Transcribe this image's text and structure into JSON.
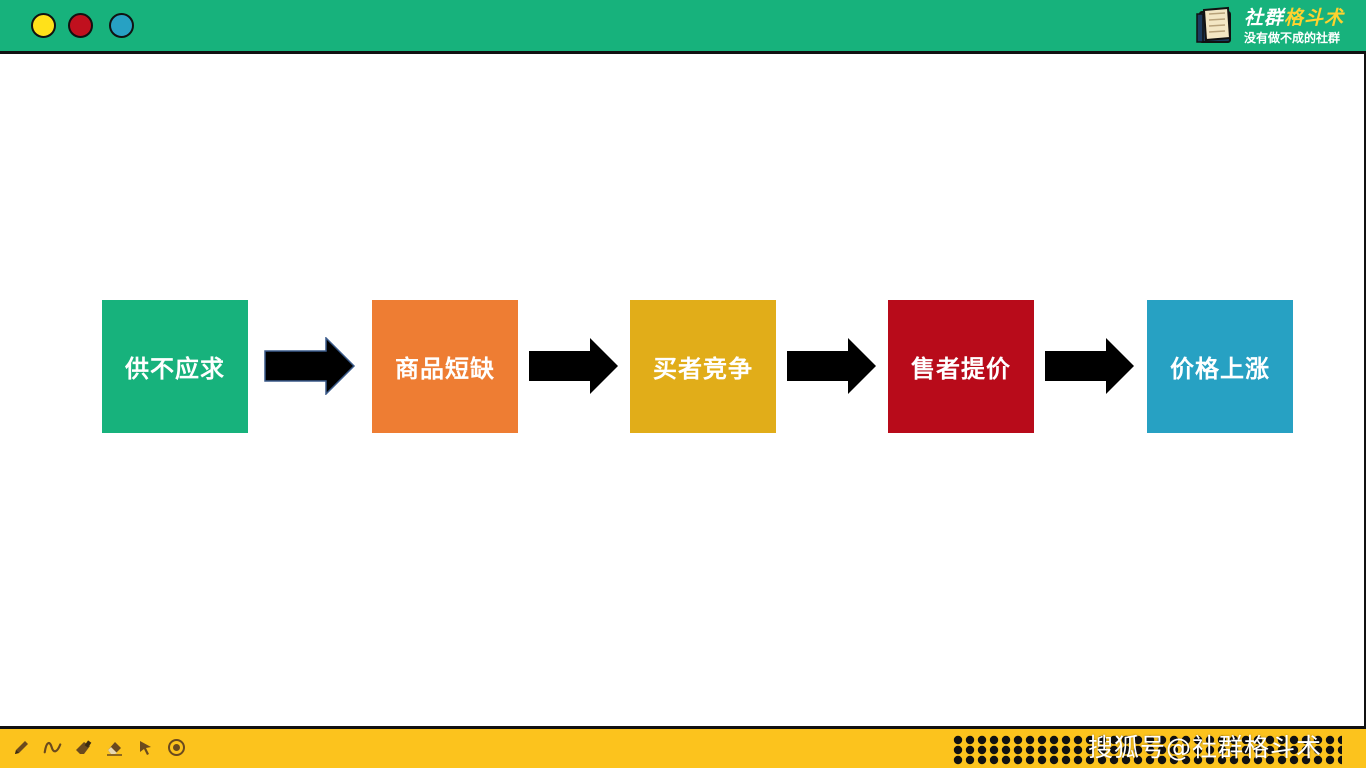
{
  "header": {
    "window_buttons": [
      {
        "name": "yellow",
        "color": "#ffe11a"
      },
      {
        "name": "red",
        "color": "#c0101e"
      },
      {
        "name": "blue",
        "color": "#27a1c3"
      }
    ],
    "brand": {
      "title_part1": "社群",
      "title_part2": "格斗术",
      "subtitle": "没有做不成的社群",
      "logo_icon": "book-icon"
    },
    "bar_color": "#17b27c"
  },
  "flow": {
    "steps": [
      {
        "label": "供不应求",
        "color": "#17b27c"
      },
      {
        "label": "商品短缺",
        "color": "#ee7d33"
      },
      {
        "label": "买者竞争",
        "color": "#e1ad19"
      },
      {
        "label": "售者提价",
        "color": "#b80b1a"
      },
      {
        "label": "价格上涨",
        "color": "#27a1c3"
      }
    ],
    "arrow_icon": "right-arrow-icon"
  },
  "footer": {
    "bar_color": "#fcc31d",
    "tools": [
      "pen-icon",
      "curve-icon",
      "highlighter-icon",
      "eraser-icon",
      "pointer-icon",
      "laser-icon"
    ],
    "watermark": "搜狐号@社群格斗术"
  }
}
